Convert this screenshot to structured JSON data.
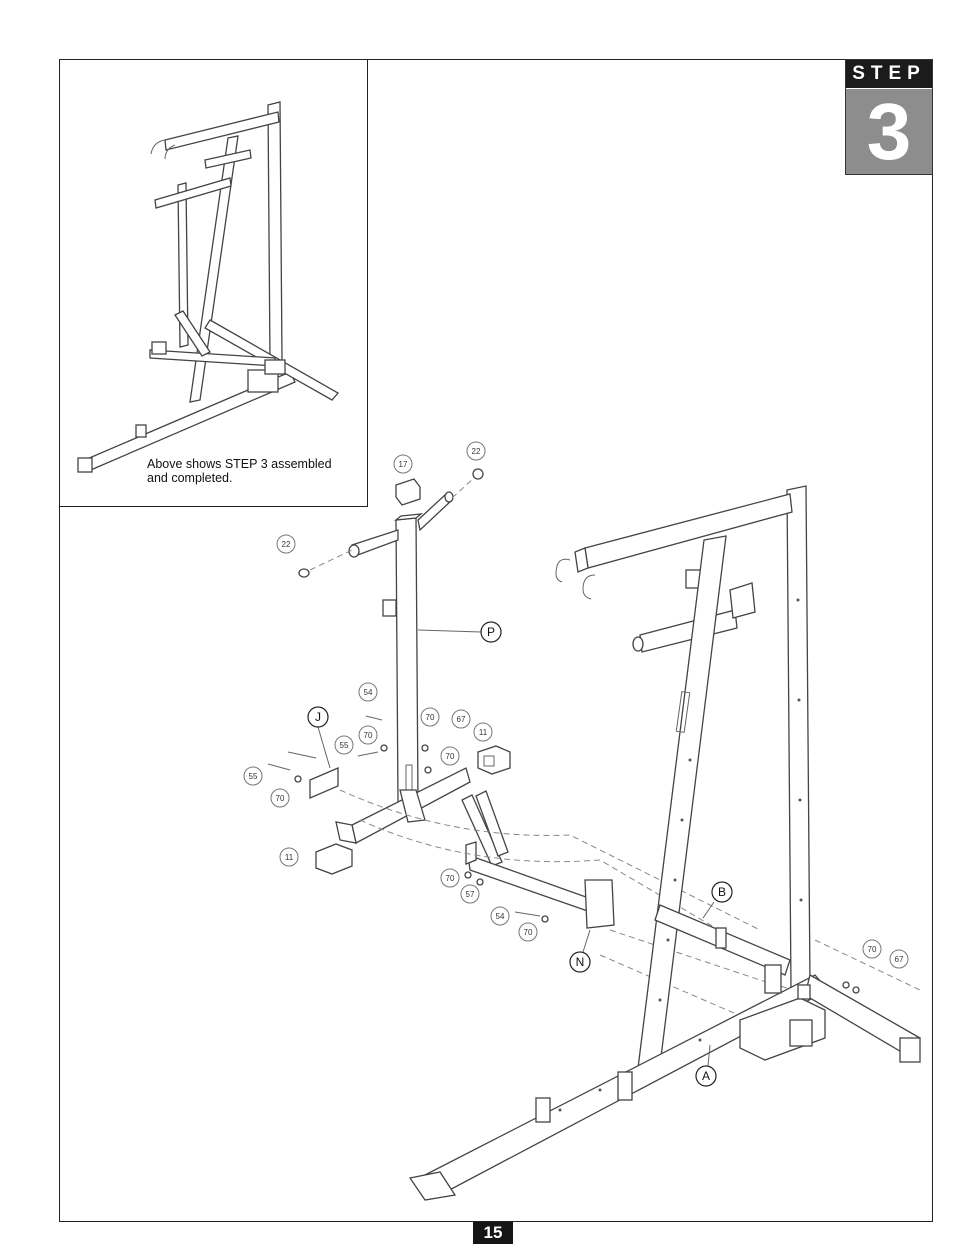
{
  "step_badge": {
    "word": "STEP",
    "number": "3"
  },
  "inset": {
    "caption_line1": "Above shows STEP 3 assembled",
    "caption_line2": "and completed."
  },
  "part_letters": {
    "p": "P",
    "j": "J",
    "n": "N",
    "a": "A",
    "b": "B"
  },
  "part_numbers": {
    "c17": "17",
    "c22_top": "22",
    "c22_left": "22",
    "c54_top": "54",
    "c70_a": "70",
    "c67_a": "67",
    "c11_right": "11",
    "c55_a": "55",
    "c70_b": "70",
    "c70_c": "70",
    "c55_b": "55",
    "c70_d": "70",
    "c11_left": "11",
    "c70_e": "70",
    "c57": "57",
    "c54_bottom": "54",
    "c70_f": "70",
    "c70_g": "70",
    "c67_b": "67"
  },
  "page_number": "15"
}
